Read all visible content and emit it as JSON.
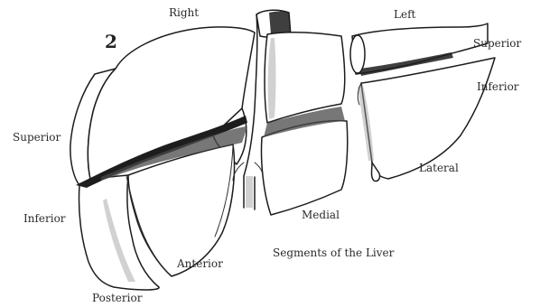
{
  "figure": {
    "number": "2",
    "title": "Segments of the Liver"
  },
  "labels": {
    "right": "Right",
    "left": "Left",
    "left_superior": "Superior",
    "left_inferior": "Inferior",
    "right_superior": "Superior",
    "right_inferior": "Inferior",
    "medial": "Medial",
    "lateral": "Lateral",
    "anterior": "Anterior",
    "posterior": "Posterior"
  }
}
